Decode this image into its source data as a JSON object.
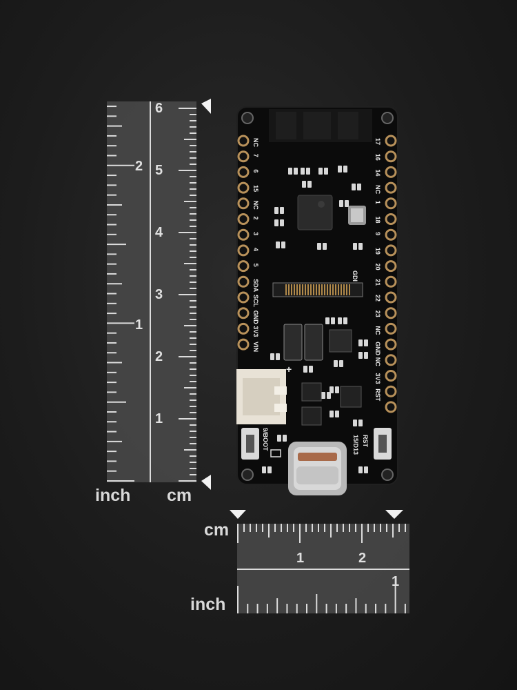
{
  "photo": "Top view of a black microcontroller development board (ESP32-C6 class) with USB-C connector, JST battery connector and pin headers, shown next to scale rulers",
  "vertical_ruler": {
    "inch_labels": [
      "2",
      "1"
    ],
    "cm_labels": [
      "6",
      "5",
      "4",
      "3",
      "2",
      "1"
    ],
    "inch_unit": "inch",
    "cm_unit": "cm"
  },
  "horizontal_ruler": {
    "cm_unit": "cm",
    "cm_labels": [
      "1",
      "2"
    ],
    "inch_labels": [
      "1"
    ],
    "inch_unit": "inch"
  },
  "board": {
    "left_pins": [
      "NC",
      "7",
      "6",
      "15",
      "NC",
      "2",
      "3",
      "4",
      "5"
    ],
    "left_i2c": [
      "SDA",
      "SCL",
      "GND",
      "3V3",
      "VIN"
    ],
    "right_pins": [
      "17",
      "16",
      "14",
      "NC",
      "1",
      "18",
      "9",
      "19",
      "20",
      "21",
      "22",
      "23",
      "NC",
      "GND",
      "NC",
      "3V3",
      "RST"
    ],
    "gdi_label": "GDI",
    "plus_label": "+",
    "boot_label": "9/BOOT",
    "rst_label": "RST",
    "led_label": "15/D13"
  }
}
